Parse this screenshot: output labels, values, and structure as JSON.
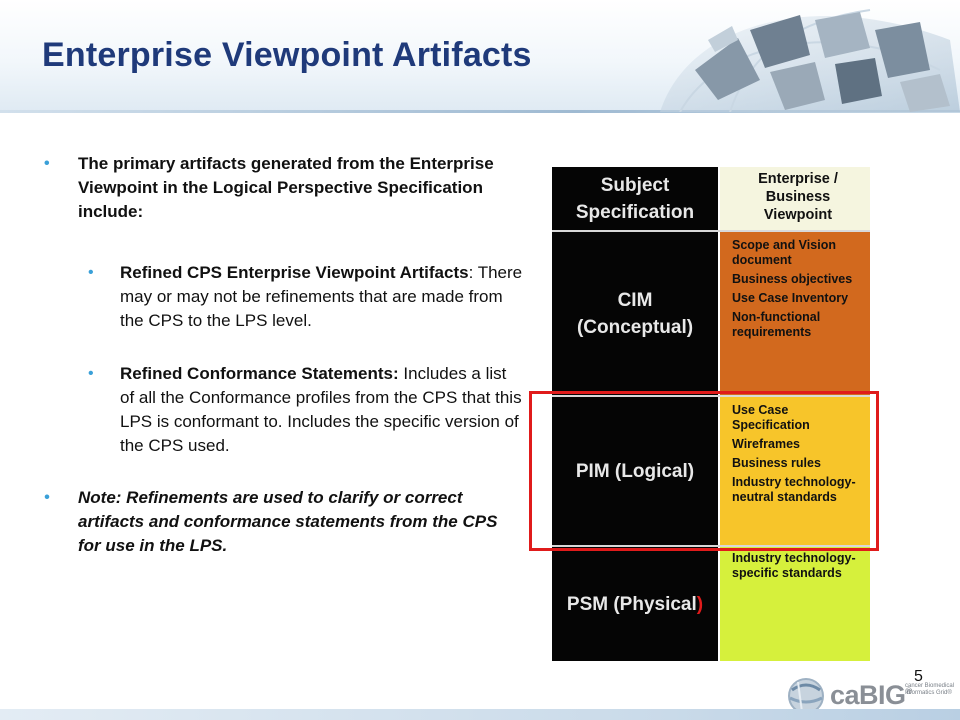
{
  "slide": {
    "title": "Enterprise Viewpoint Artifacts",
    "page_number": "5",
    "bullet_char": "•"
  },
  "bullets": [
    {
      "text": "The primary artifacts generated from the Enterprise Viewpoint in the Logical Perspective Specification include:"
    },
    {
      "bold": "Refined CPS Enterprise Viewpoint Artifacts",
      "text": ": There may or may not be refinements that are made from the CPS to the LPS level."
    },
    {
      "bold": "Refined Conformance Statements:",
      "text": " Includes a list of all the Conformance profiles from the CPS that this LPS is conformant to.  Includes the specific version of the CPS used."
    },
    {
      "text": "Note:  Refinements are used to clarify or correct artifacts and conformance statements from the CPS for use in the LPS."
    }
  ],
  "diagram": {
    "header": {
      "left": [
        "Subject",
        "Specification"
      ],
      "right": [
        "Enterprise /",
        "Business",
        "Viewpoint"
      ]
    },
    "rows": [
      {
        "left": [
          "CIM",
          "(Conceptual)"
        ],
        "items": [
          "Scope and Vision document",
          "Business objectives",
          "Use Case Inventory",
          "Non-functional requirements"
        ]
      },
      {
        "left": [
          "PIM (Logical)"
        ],
        "items": [
          "Use Case Specification",
          "Wireframes",
          "Business rules",
          "Industry technology-neutral standards"
        ]
      },
      {
        "left_main": "PSM (Physical",
        "left_paren": ")",
        "items": [
          "Industry technology-specific standards"
        ]
      }
    ],
    "colors": {
      "header": "#f5f5df",
      "cim": "#d2691e",
      "pim": "#f7c52a",
      "psm": "#d6f03c",
      "left": "#050505",
      "highlight": "#e01b1b"
    }
  },
  "logo": {
    "text": "caBIG",
    "reg": "®",
    "sub": "cancer Biomedical Informatics Grid®"
  }
}
